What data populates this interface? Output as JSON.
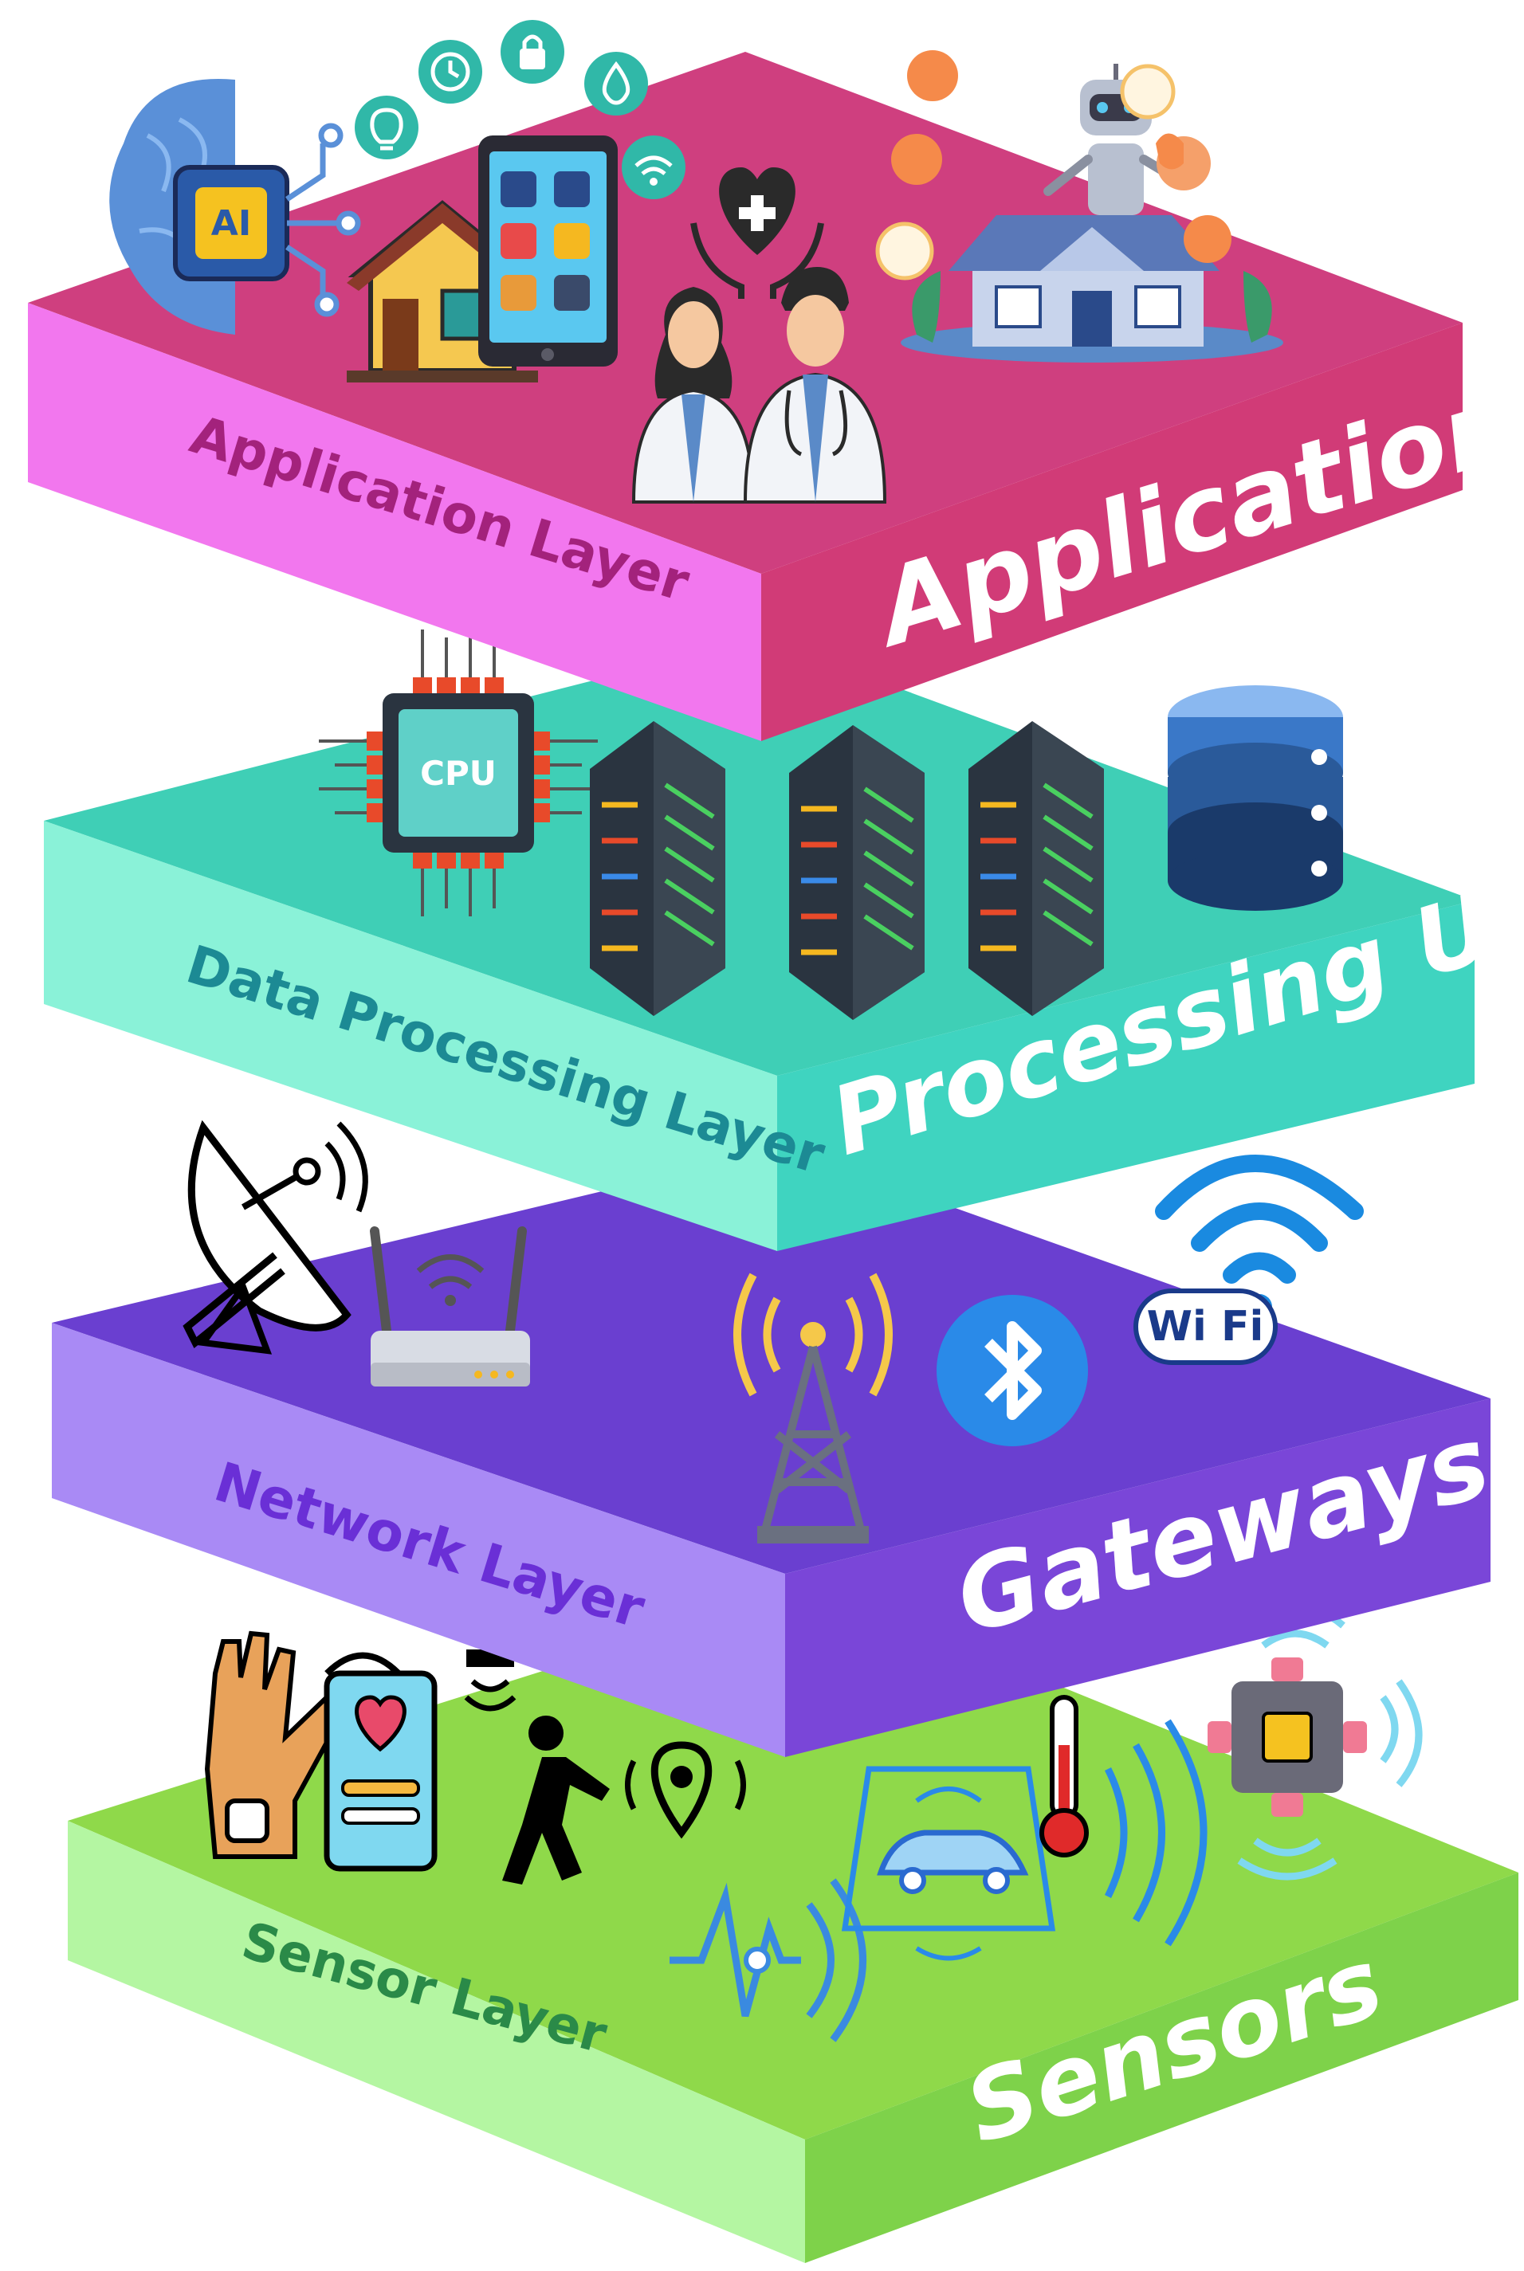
{
  "layers": [
    {
      "id": "application",
      "side_label": "Application Layer",
      "front_label": "Application",
      "colors": {
        "top": "#cf3f7f",
        "left": "#f277ee",
        "right": "#d13b77",
        "label": "#a3227c"
      },
      "icons": [
        "ai-brain-icon",
        "bulb-icon",
        "clock-icon",
        "lock-icon",
        "drop-icon",
        "wifi-icon",
        "house-icon",
        "smartphone-icon",
        "heart-care-icon",
        "doctors-icon",
        "robot-icon",
        "smart-home-icon"
      ]
    },
    {
      "id": "processing",
      "side_label": "Data Processing Layer",
      "front_label": "Processing Unit",
      "colors": {
        "top": "#3fcfb6",
        "left": "#8af2d8",
        "right": "#3fd4c0",
        "label": "#1c8a94"
      },
      "chip_text": "CPU",
      "icons": [
        "cpu-icon",
        "server-rack-icon",
        "database-icon"
      ]
    },
    {
      "id": "network",
      "side_label": "Network Layer",
      "front_label": "Gateways",
      "colors": {
        "top": "#6a3fd0",
        "left": "#a98af5",
        "right": "#7a46d8",
        "label": "#6a2fd6"
      },
      "badge_text": "Wi Fi",
      "icons": [
        "satellite-dish-icon",
        "router-icon",
        "cell-tower-icon",
        "bluetooth-icon",
        "wifi-signal-icon",
        "wifi-badge-icon"
      ]
    },
    {
      "id": "sensor",
      "side_label": "Sensor Layer",
      "front_label": "Sensors",
      "colors": {
        "top": "#8fd94a",
        "left": "#b4f6a2",
        "right": "#7ed24a",
        "label": "#2a8a48"
      },
      "icons": [
        "wearable-hand-icon",
        "heart-app-icon",
        "motion-sensor-icon",
        "walking-person-icon",
        "location-pin-icon",
        "pulse-signal-icon",
        "car-sensor-icon",
        "thermometer-icon",
        "iot-chip-icon"
      ]
    }
  ]
}
